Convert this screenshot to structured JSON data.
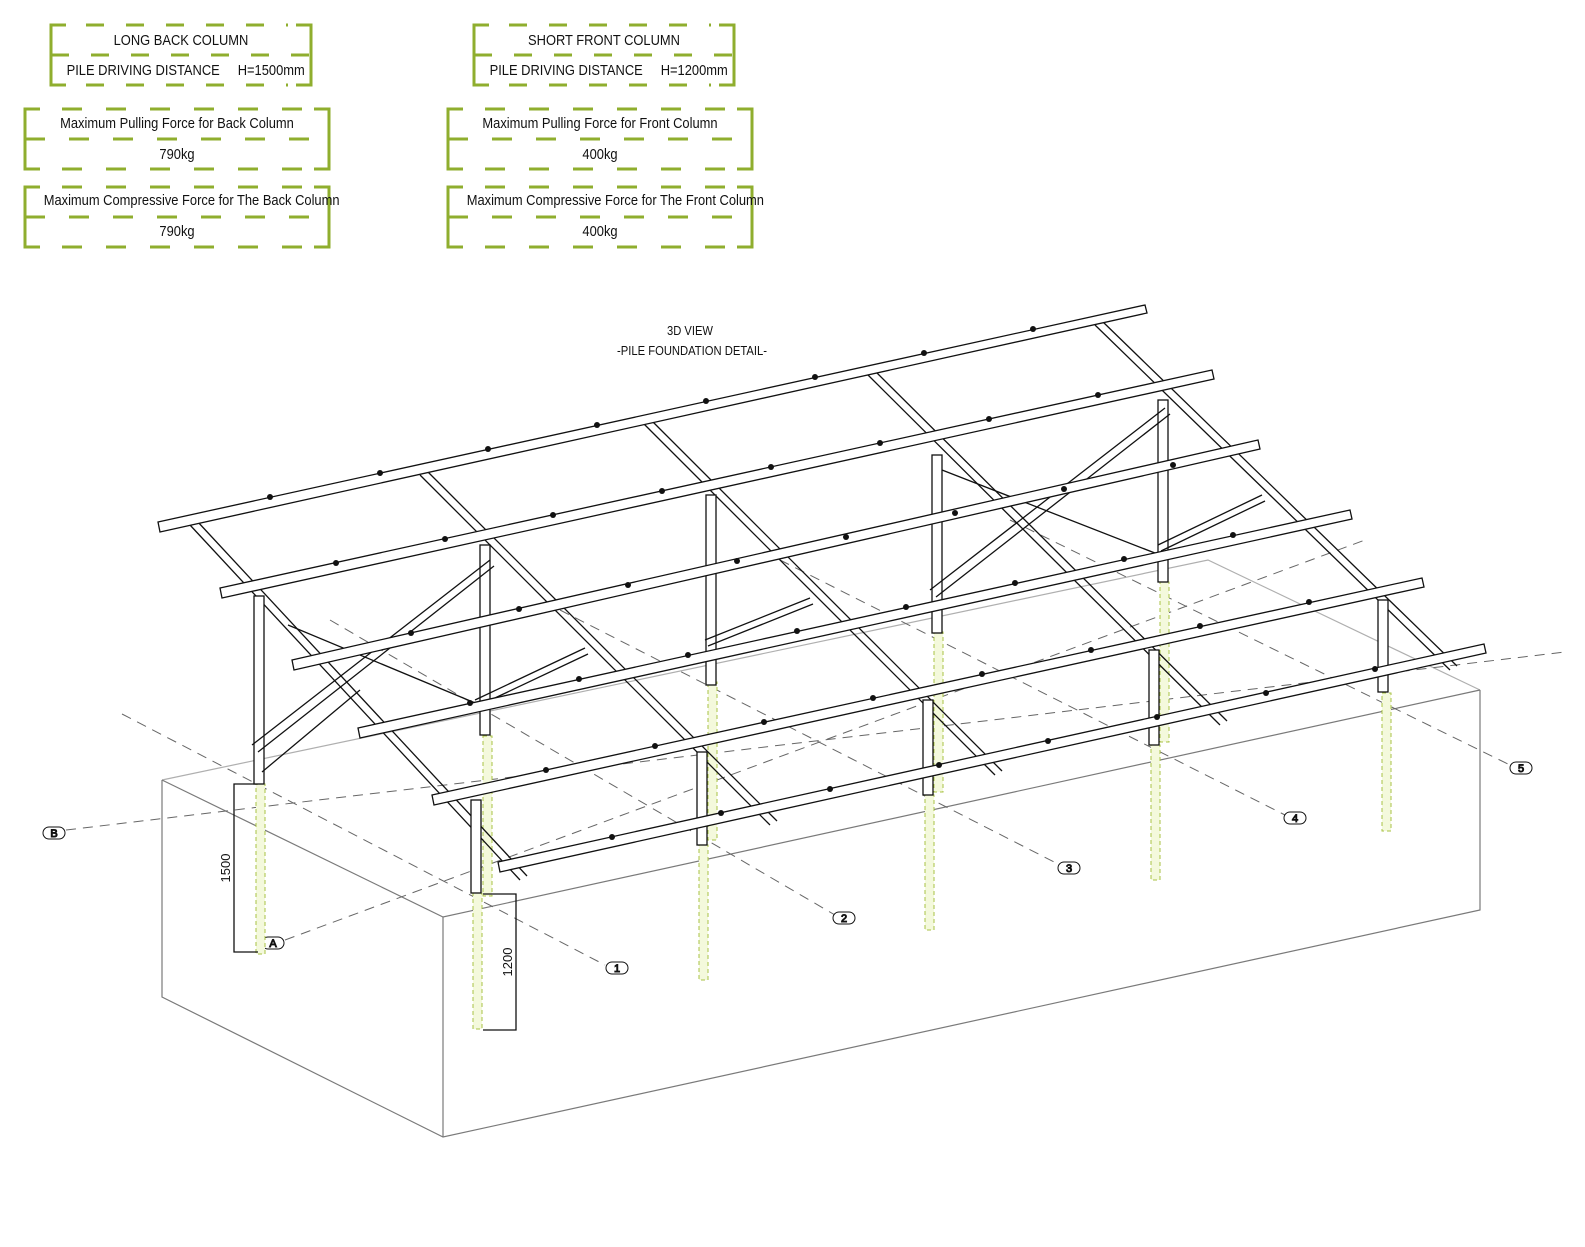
{
  "colors": {
    "box_border": "#8fae2e",
    "pile_fill": "#f3f8d6",
    "pile_line": "#9fbb3a",
    "steel": "#111111",
    "ground": "#777777",
    "axis": "#555555"
  },
  "spec_boxes": {
    "long_back_column": {
      "title": "LONG BACK COLUMN",
      "subtitle": "PILE DRIVING DISTANCE     H=1500mm"
    },
    "short_front_column": {
      "title": "SHORT FRONT COLUMN",
      "subtitle": "PILE DRIVING DISTANCE     H=1200mm"
    },
    "back_pulling": {
      "label": "Maximum Pulling Force for Back Column",
      "value": "790kg"
    },
    "front_pulling": {
      "label": "Maximum Pulling Force for Front Column",
      "value": "400kg"
    },
    "back_compressive": {
      "label": "Maximum Compressive Force for The Back Column",
      "value": "790kg"
    },
    "front_compressive": {
      "label": "Maximum Compressive Force for The Front Column",
      "value": "400kg"
    }
  },
  "drawing": {
    "title_line1": "3D VIEW",
    "title_line2": "-PILE FOUNDATION DETAIL-",
    "dimensions": {
      "back_pile_depth": "1500",
      "front_pile_depth": "1200"
    },
    "grid_axes": {
      "rows": [
        "A",
        "B"
      ],
      "columns": [
        "1",
        "2",
        "3",
        "4",
        "5"
      ]
    }
  }
}
